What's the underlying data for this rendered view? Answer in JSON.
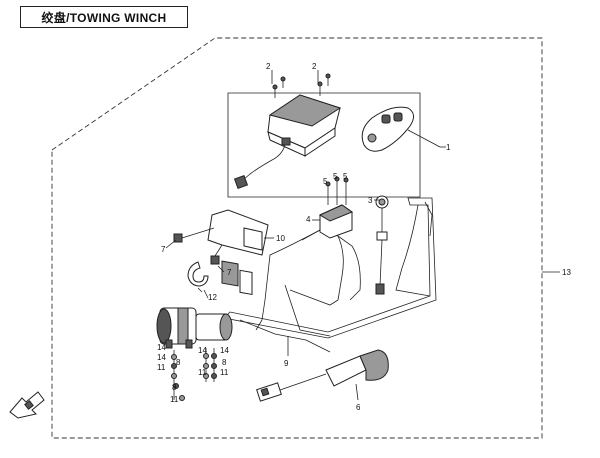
{
  "title": "绞盘/TOWING WINCH",
  "callouts": [
    "1",
    "2",
    "2",
    "3",
    "4",
    "5",
    "5",
    "5",
    "6",
    "7",
    "7",
    "8",
    "8",
    "8",
    "9",
    "10",
    "11",
    "11",
    "11",
    "11",
    "12",
    "13",
    "14",
    "14",
    "14",
    "14"
  ],
  "arrow": "front-arrow-icon"
}
